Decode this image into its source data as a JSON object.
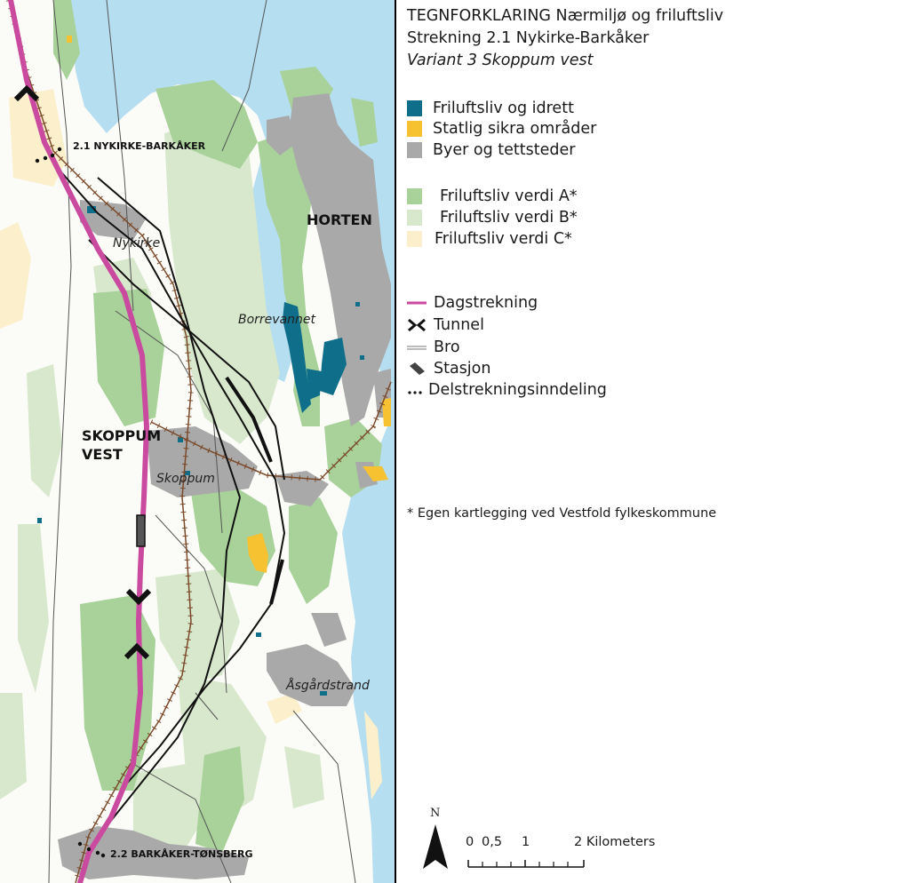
{
  "legend": {
    "title_lines": [
      "TEGNFORKLARING Nærmiljø og friluftsliv",
      "Strekning 2.1 Nykirke-Barkåker",
      "Variant 3 Skoppum vest"
    ],
    "area_items": [
      {
        "label": "Friluftsliv og idrett",
        "color": "#0f6e8a"
      },
      {
        "label": "Statlig sikra områder",
        "color": "#f6c232"
      },
      {
        "label": "Byer og tettsteder",
        "color": "#a9a9a9"
      }
    ],
    "value_items": [
      {
        "label": "Friluftsliv verdi A*",
        "color": "#a8d29a"
      },
      {
        "label": "Friluftsliv verdi B*",
        "color": "#d8e8cc"
      },
      {
        "label": "Friluftsliv verdi C*",
        "color": "#fbefcc"
      }
    ],
    "line_items": [
      {
        "label": "Dagstrekning",
        "icon": "magenta-line-icon"
      },
      {
        "label": "Tunnel",
        "icon": "tunnel-chevrons-icon"
      },
      {
        "label": "Bro",
        "icon": "bridge-double-line-icon"
      },
      {
        "label": "Stasjon",
        "icon": "station-bar-icon"
      },
      {
        "label": "Delstrekningsinndeling",
        "icon": "dotted-divider-icon"
      }
    ],
    "footnote": "* Egen kartlegging ved Vestfold fylkeskommune",
    "north_label": "N",
    "scale_labels": [
      "0",
      "0,5",
      "1",
      "2 Kilometers"
    ]
  },
  "map": {
    "labels": {
      "segment_north": "2.1 NYKIRKE-BARKÅKER",
      "segment_south": "2.2 BARKÅKER-TØNSBERG",
      "town_horten": "HORTEN",
      "variant_line1": "SKOPPUM",
      "variant_line2": "VEST",
      "place_nykirke": "Nykirke",
      "place_borrevannet": "Borrevannet",
      "place_skoppum": "Skoppum",
      "place_asgardstrand": "Åsgårdstrand"
    },
    "colors": {
      "sea": "#b5def0",
      "land": "#fbfbf7",
      "value_a": "#a8d29a",
      "value_b": "#d8e8cc",
      "value_c": "#fbefcc",
      "urban": "#a9a9a9",
      "recreation": "#0f6e8a",
      "protected": "#f6c232",
      "route": "#c94a9e"
    }
  }
}
